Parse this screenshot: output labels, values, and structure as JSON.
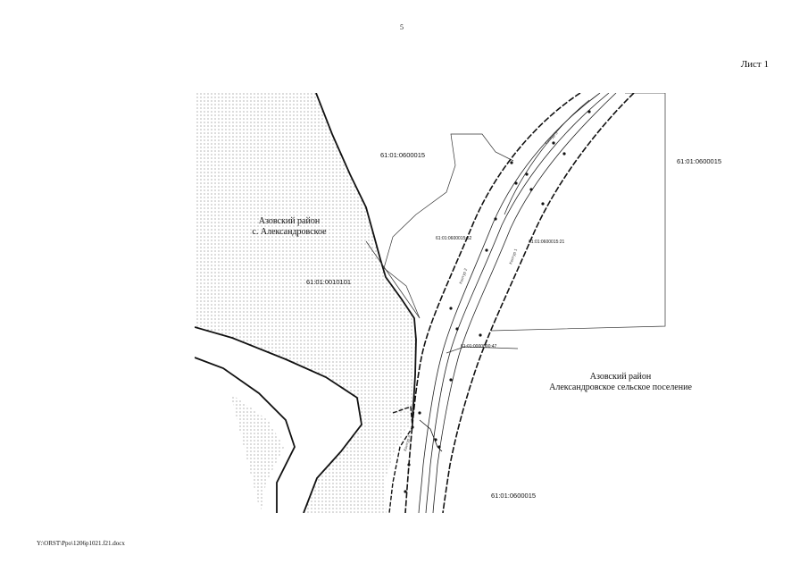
{
  "page_number": "5",
  "sheet_label": "Лист 1",
  "footer_path": "Y:\\ORST\\Ppo\\1206p1021.f21.docx",
  "map": {
    "region_left_line1": "Азовский район",
    "region_left_line2": "с. Александровское",
    "region_right_line1": "Азовский район",
    "region_right_line2": "Александровское сельское поселение",
    "cadastral_top_center": "61:01:0600015",
    "cadastral_top_right": "61:01:0600015",
    "cadastral_left": "61:01:0010101",
    "cadastral_bottom_right": "61:01:0600015",
    "parcel_a": "61:01:0600015:52",
    "parcel_b": "61:01:0600015:21",
    "parcel_c": "61:01:0000000:47",
    "contour_1": "Контур 1",
    "contour_2": "Контур 2",
    "contour_3": "Контур 3",
    "contour_4": "Контур 4"
  },
  "colors": {
    "line": "#111111",
    "dot_fill": "#555555"
  }
}
